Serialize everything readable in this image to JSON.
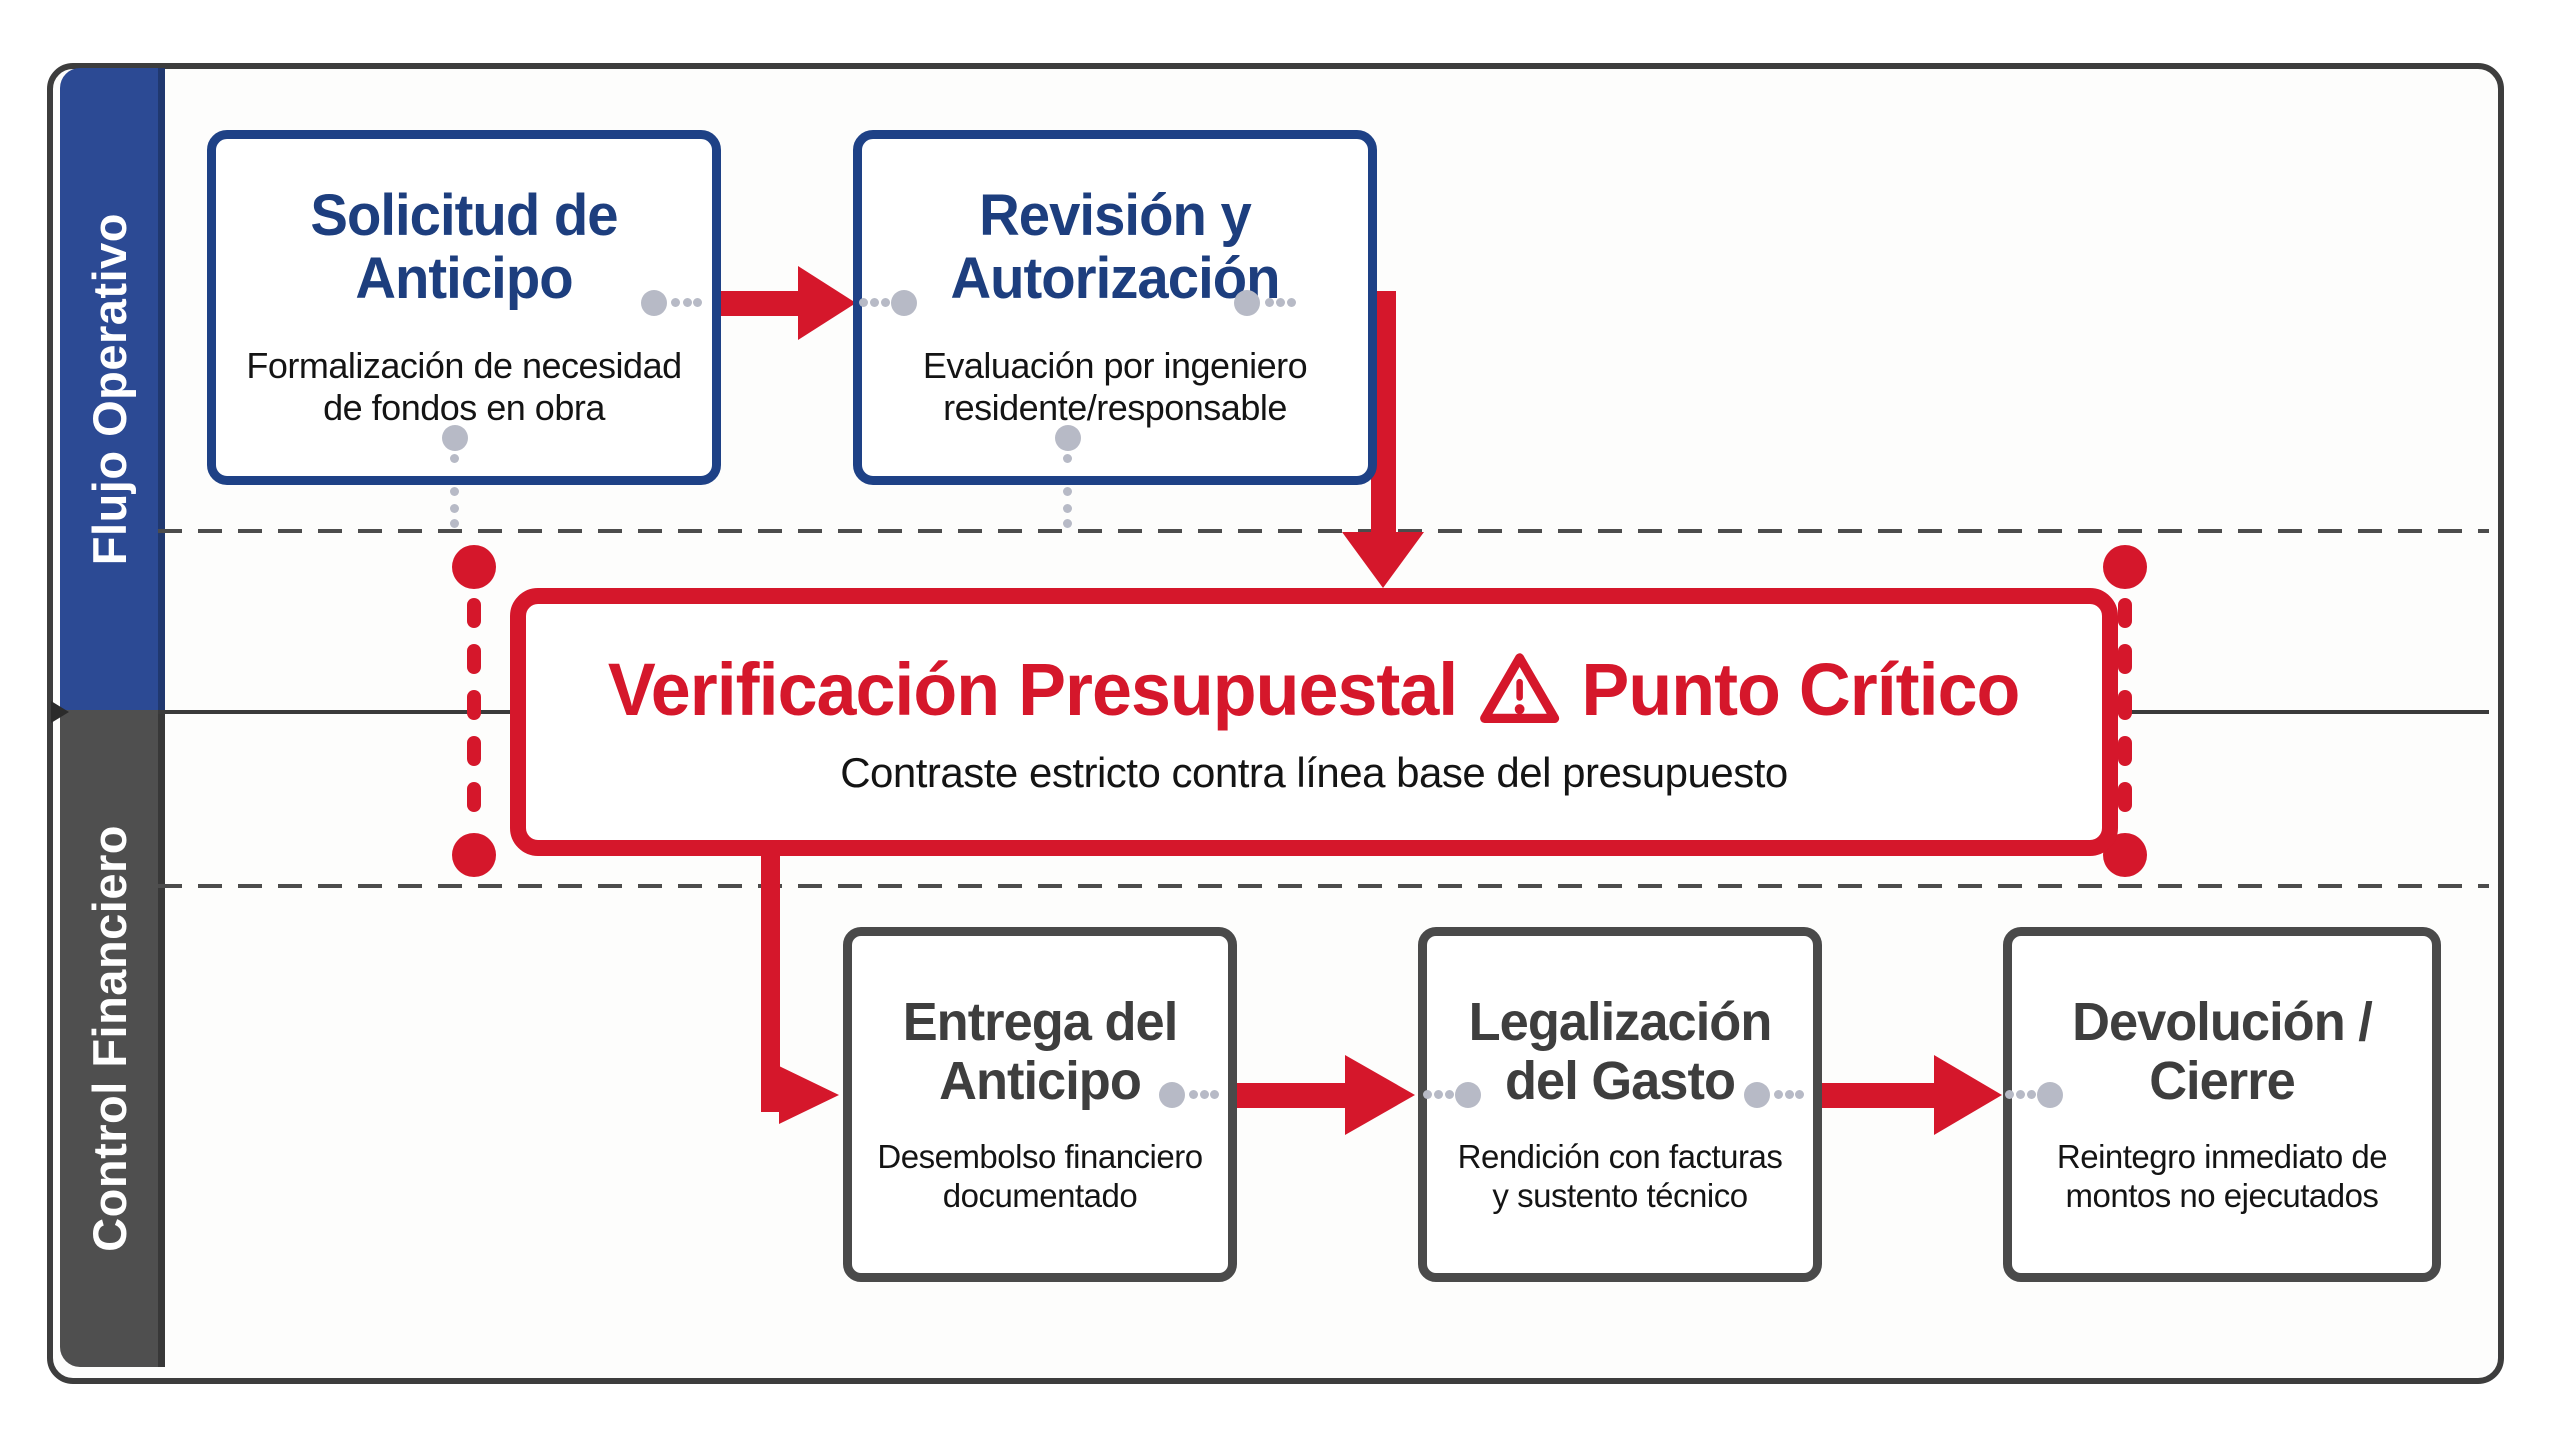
{
  "figure": {
    "lanes": [
      {
        "label": "Flujo Operativo",
        "band_color": "#2c4a94"
      },
      {
        "label": "Control Financiero",
        "band_color": "#4f4f4f"
      }
    ],
    "nodes": [
      {
        "title": "Solicitud de Anticipo",
        "subtitle": "Formalización de necesidad de fondos en obra"
      },
      {
        "title": "Revisión y Autorización",
        "subtitle": "Evaluación por ingeniero residente/responsable"
      },
      {
        "title_lead": "Verificación Presupuestal",
        "title_tail": "Punto Crítico",
        "icon": "warning-triangle-icon",
        "subtitle": "Contraste estricto contra línea base del presupuesto"
      },
      {
        "title": "Entrega del Anticipo",
        "subtitle": "Desembolso financiero documentado"
      },
      {
        "title": "Legalización del Gasto",
        "subtitle": "Rendición con facturas y sustento técnico"
      },
      {
        "title": "Devolución / Cierre",
        "subtitle": "Reintegro inmediato de montos no ejecutados"
      }
    ],
    "connections": [
      "Solicitud de Anticipo → Revisión y Autorización",
      "Revisión y Autorización → Verificación Presupuestal",
      "Verificación Presupuestal → Entrega del Anticipo",
      "Entrega del Anticipo → Legalización del Gasto",
      "Legalización del Gasto → Devolución / Cierre"
    ],
    "colors": {
      "accent_red": "#d5172b",
      "accent_blue_border": "#1e4186",
      "accent_blue_text": "#1d3e7e",
      "gray_border": "#4a4a4a",
      "frame": "#3d3d3d",
      "flow_dot": "#b7bac6"
    }
  }
}
